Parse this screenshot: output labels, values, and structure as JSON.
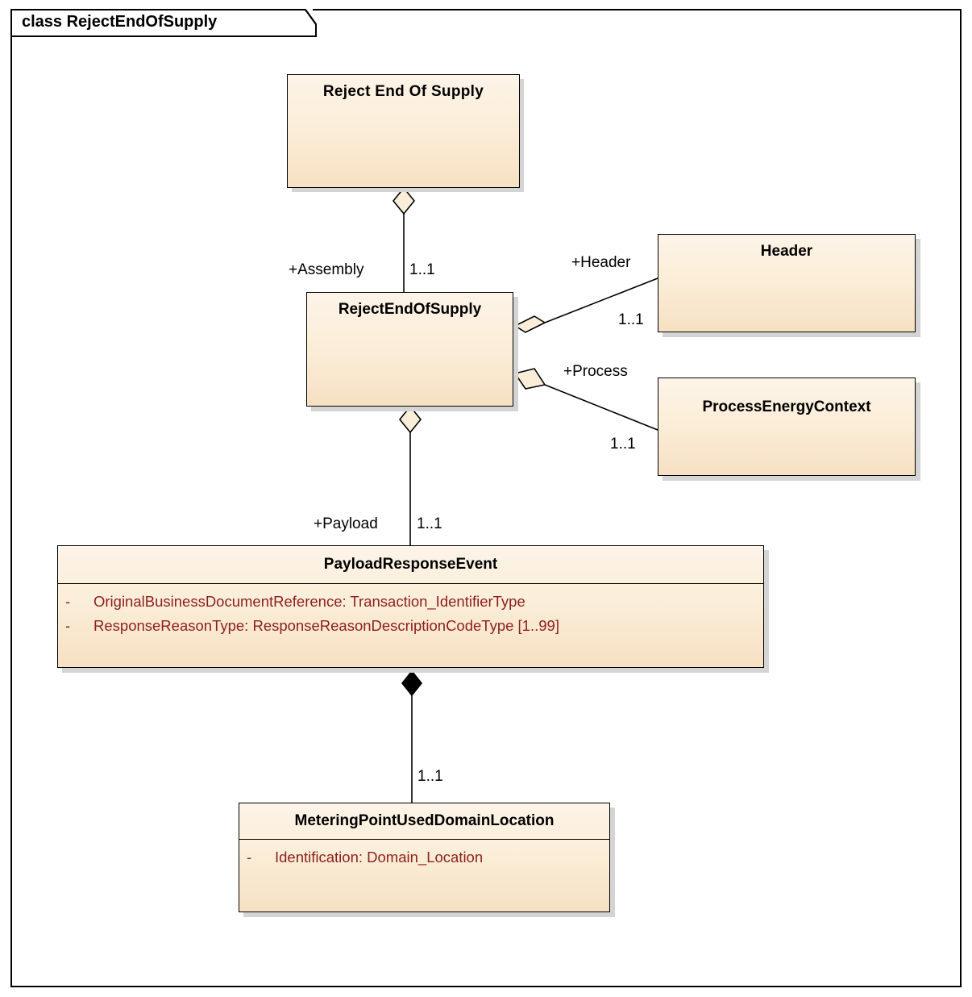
{
  "diagram": {
    "frame_title": "class RejectEndOfSupply",
    "kind": "uml-class-diagram"
  },
  "classes": [
    {
      "id": "reject-end-of-supply-package",
      "name": "Reject End Of Supply",
      "attributes": []
    },
    {
      "id": "reject-end-of-supply",
      "name": "RejectEndOfSupply",
      "attributes": []
    },
    {
      "id": "header",
      "name": "Header",
      "attributes": []
    },
    {
      "id": "process-energy-context",
      "name": "ProcessEnergyContext",
      "attributes": []
    },
    {
      "id": "payload-response-event",
      "name": "PayloadResponseEvent",
      "attributes": [
        {
          "visibility": "-",
          "text": "OriginalBusinessDocumentReference: Transaction_IdentifierType"
        },
        {
          "visibility": "-",
          "text": "ResponseReasonType: ResponseReasonDescriptionCodeType [1..99]"
        }
      ]
    },
    {
      "id": "metering-point-used-domain-location",
      "name": "MeteringPointUsedDomainLocation",
      "attributes": [
        {
          "visibility": "-",
          "text": "Identification: Domain_Location"
        }
      ]
    }
  ],
  "relationships": [
    {
      "id": "assembly",
      "type": "aggregation",
      "from": "reject-end-of-supply-package",
      "to": "reject-end-of-supply",
      "role": "+Assembly",
      "multiplicity": "1..1"
    },
    {
      "id": "header-rel",
      "type": "aggregation",
      "from": "reject-end-of-supply",
      "to": "header",
      "role": "+Header",
      "multiplicity": "1..1"
    },
    {
      "id": "process-rel",
      "type": "aggregation",
      "from": "reject-end-of-supply",
      "to": "process-energy-context",
      "role": "+Process",
      "multiplicity": "1..1"
    },
    {
      "id": "payload-rel",
      "type": "aggregation",
      "from": "reject-end-of-supply",
      "to": "payload-response-event",
      "role": "+Payload",
      "multiplicity": "1..1"
    },
    {
      "id": "metering-rel",
      "type": "composition",
      "from": "payload-response-event",
      "to": "metering-point-used-domain-location",
      "role": "",
      "multiplicity": "1..1"
    }
  ],
  "colors": {
    "class_fill_top": "#fdf4e8",
    "class_fill_bottom": "#f7e0c3",
    "border": "#000000",
    "attribute_text": "#8d1f1f",
    "title_text": "#000000",
    "shadow": "#d4d4d4",
    "background": "#ffffff"
  }
}
